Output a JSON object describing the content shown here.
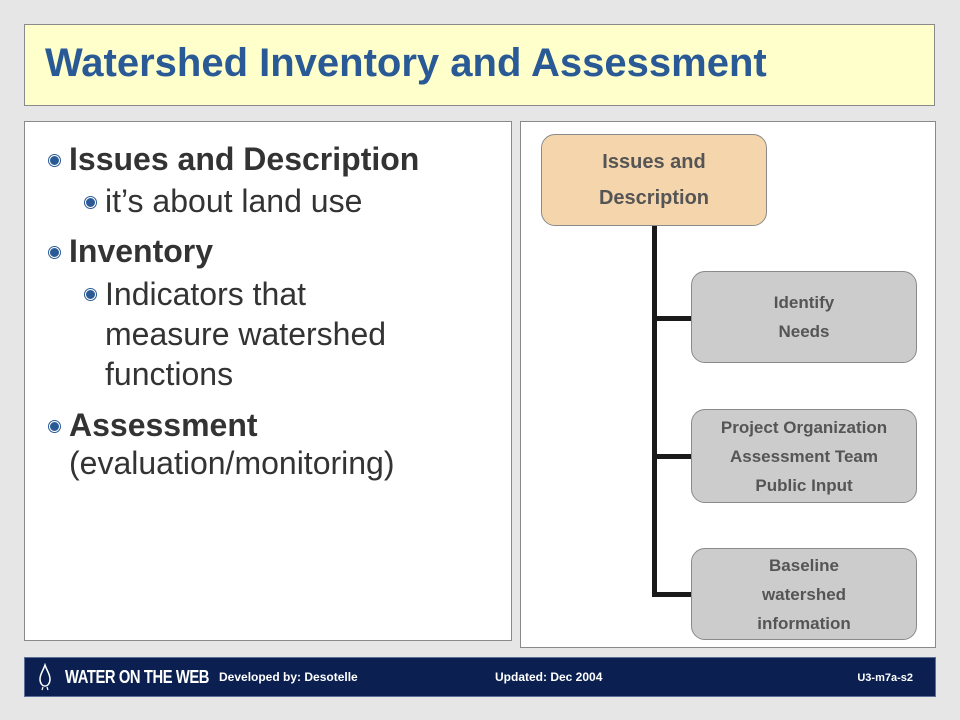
{
  "title": "Watershed Inventory and Assessment",
  "bullets": [
    {
      "level": 1,
      "text": "Issues and Description"
    },
    {
      "level": 2,
      "text": "it’s about land use"
    },
    {
      "level": 1,
      "text": "Inventory"
    },
    {
      "level": 2,
      "text": "Indicators that measure watershed functions"
    },
    {
      "level": 1,
      "text_bold": "Assessment",
      "text_normal": "(evaluation/monitoring)"
    }
  ],
  "flowchart": {
    "main": {
      "lines": [
        "Issues and",
        "Description"
      ],
      "color": "#f5d6ac"
    },
    "steps": [
      {
        "lines": [
          "Identify",
          "Needs"
        ]
      },
      {
        "lines": [
          "Project Organization",
          "Assessment Team",
          "Public Input"
        ]
      },
      {
        "lines": [
          "Baseline",
          "watershed",
          "information"
        ]
      }
    ],
    "step_color": "#cccccc"
  },
  "footer": {
    "logo_text": "WATER ON THE WEB",
    "developed": "Developed by: Desotelle",
    "updated": "Updated: Dec 2004",
    "code": "U3-m7a-s2"
  },
  "colors": {
    "title": "#2a5a96",
    "title_bg": "#ffffcc",
    "footer_bg": "#0b2050"
  }
}
